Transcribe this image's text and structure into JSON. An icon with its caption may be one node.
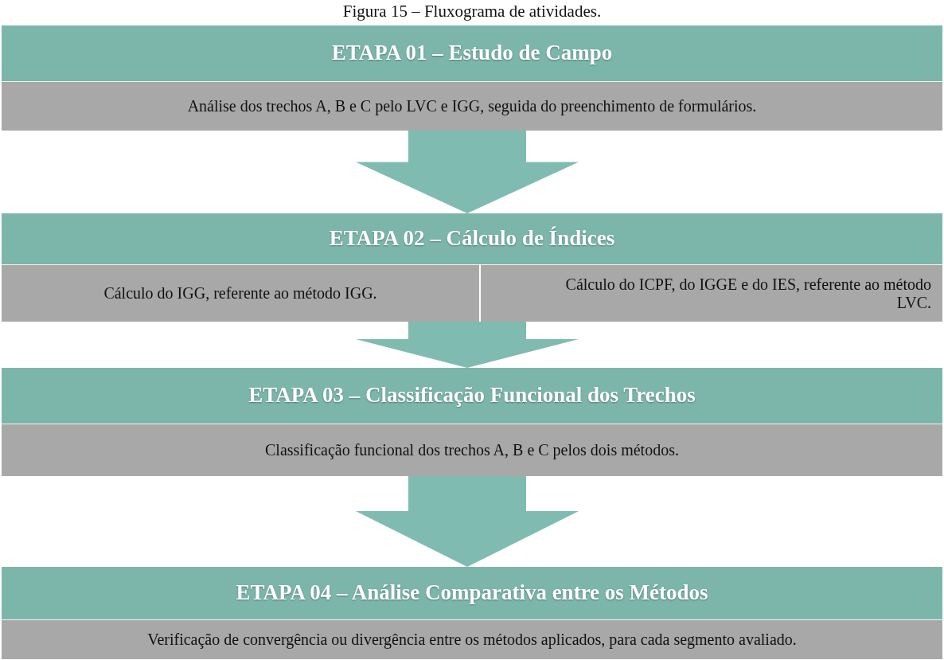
{
  "diagram": {
    "title": "Figura 15 – Fluxograma de atividades.",
    "nodes": [
      {
        "text": [
          "ETAPA 01 – Estudo de Campo"
        ]
      },
      {
        "text": [
          "Análise dos trechos A, B e C pelo LVC e IGG, seguida do preenchimento de formulários."
        ]
      },
      {
        "text": [
          "ETAPA 02 – Cálculo de Índices"
        ]
      },
      {
        "text": [
          "Cálculo do IGG, referente ao método IGG."
        ]
      },
      {
        "text": [
          "Cálculo do ICPF, do IGGE e do IES, referente ao método LVC."
        ]
      },
      {
        "text": [
          "ETAPA 03 – Classificação Funcional dos Trechos"
        ]
      },
      {
        "text": [
          "Classificação funcional dos trechos A, B e C pelos dois métodos."
        ]
      },
      {
        "text": [
          "ETAPA 04 – Análise Comparativa entre os Métodos"
        ]
      },
      {
        "text": [
          "Verificação de convergência ou divergência entre os métodos aplicados, para cada segmento avaliado."
        ]
      }
    ],
    "edges": [
      {
        "from": 1,
        "to": 2,
        "arrow": "to"
      },
      {
        "from": 3,
        "to": 5,
        "arrow": "to"
      },
      {
        "from": 4,
        "to": 5,
        "arrow": "to"
      },
      {
        "from": 6,
        "to": 7,
        "arrow": "to"
      }
    ]
  }
}
